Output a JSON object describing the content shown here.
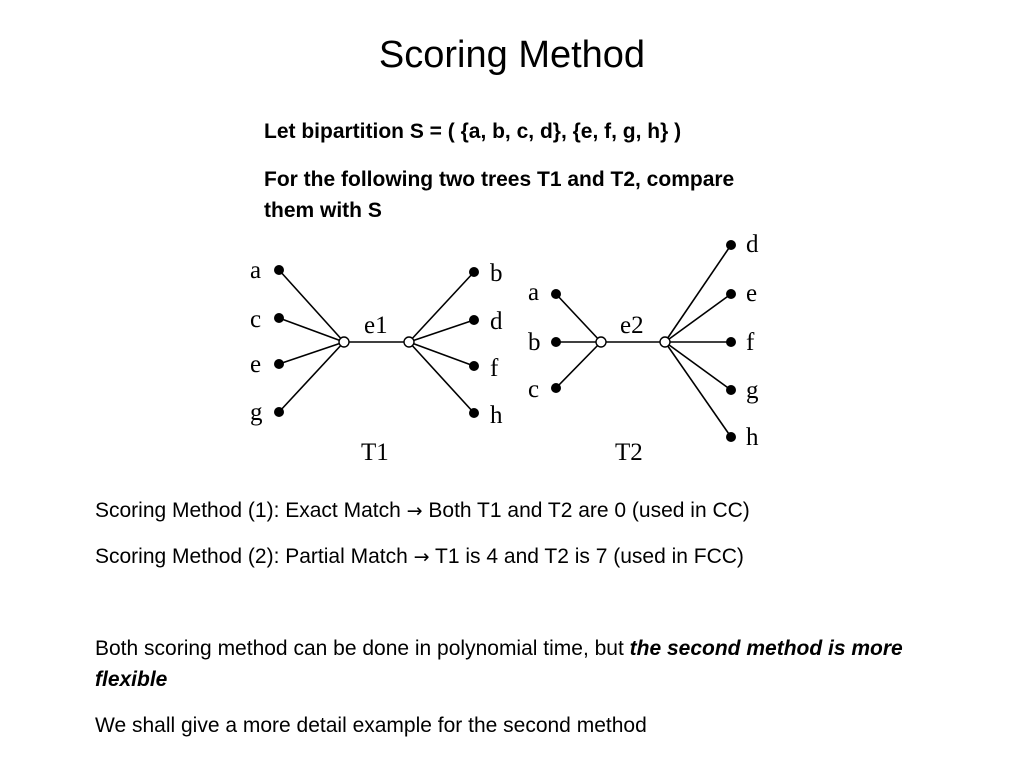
{
  "title": "Scoring Method",
  "intro": {
    "line1": "Let bipartition S = ( {a, b, c, d}, {e, f, g, h} )",
    "line2": "For the following two trees T1 and T2, compare them with S"
  },
  "trees": [
    {
      "name": "T1",
      "edge_label": "e1",
      "left_leaves": [
        "a",
        "c",
        "e",
        "g"
      ],
      "right_leaves": [
        "b",
        "d",
        "f",
        "h"
      ]
    },
    {
      "name": "T2",
      "edge_label": "e2",
      "left_leaves": [
        "a",
        "b",
        "c"
      ],
      "right_leaves": [
        "d",
        "e",
        "f",
        "g",
        "h"
      ]
    }
  ],
  "methods": {
    "m1_prefix": "Scoring Method (1): Exact Match",
    "m1_suffix": "Both T1 and T2 are 0 (used in CC)",
    "m2_prefix": "Scoring Method (2): Partial Match",
    "m2_suffix": "T1 is 4 and T2 is 7 (used in FCC)",
    "arrow_glyph": "→"
  },
  "conclusion": {
    "text": "Both scoring method can be done in polynomial time, but ",
    "emphasis": "the second method is more flexible",
    "followup": "We shall give a more detail example for the second method"
  }
}
